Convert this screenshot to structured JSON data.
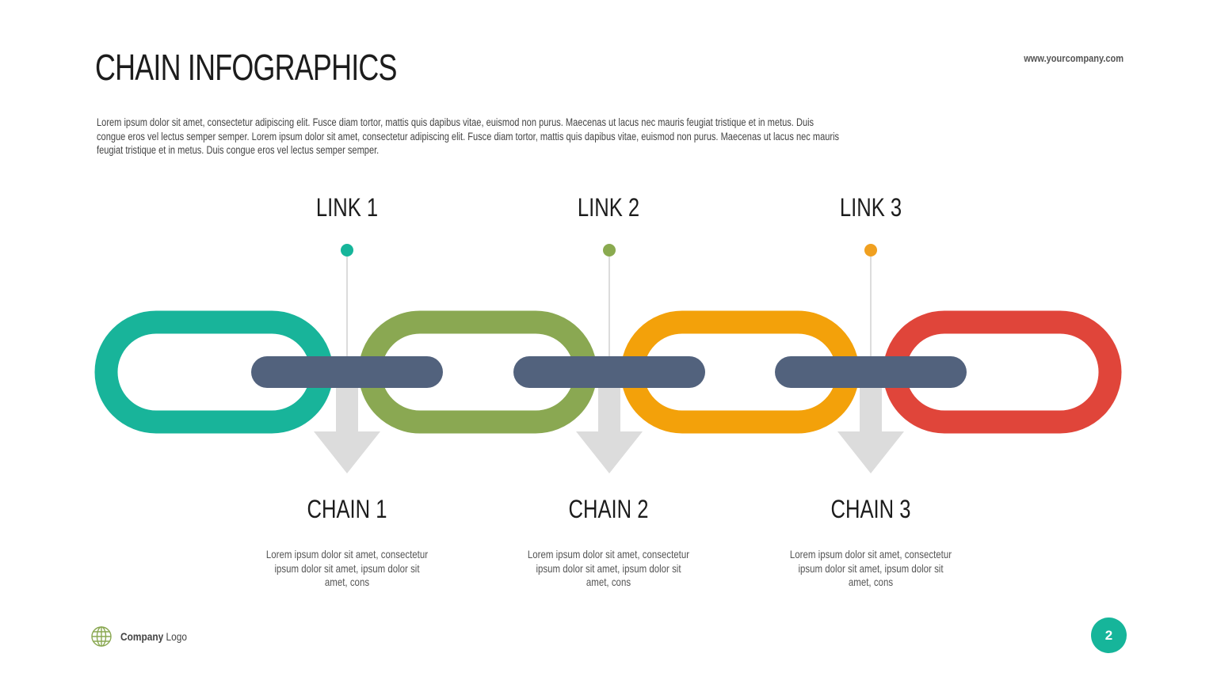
{
  "header": {
    "title": "CHAIN INFOGRAPHICS",
    "website": "www.yourcompany.com",
    "intro": "Lorem ipsum dolor sit amet, consectetur adipiscing elit. Fusce diam tortor, mattis quis dapibus vitae, euismod non purus. Maecenas ut lacus nec mauris feugiat tristique et in metus. Duis congue eros vel lectus semper semper.  Lorem ipsum dolor sit amet, consectetur adipiscing elit. Fusce diam tortor, mattis quis dapibus vitae, euismod non purus. Maecenas ut lacus nec mauris feugiat tristique et in metus. Duis congue eros vel lectus semper semper."
  },
  "links": [
    {
      "label": "LINK 1",
      "color": "#16b59a"
    },
    {
      "label": "LINK 2",
      "color": "#8aaa4f"
    },
    {
      "label": "LINK 3",
      "color": "#f0a020"
    }
  ],
  "chain": {
    "ring_colors": [
      "#18b49a",
      "#8aa852",
      "#f3a10a",
      "#e0453a"
    ],
    "connector_color": "#52627d",
    "arrow_color": "#dcdcdc",
    "pin_line_color": "#d0d0d0"
  },
  "chains": [
    {
      "label": "CHAIN 1",
      "text": "Lorem ipsum dolor sit amet, consectetur ipsum dolor sit amet, ipsum dolor sit amet, cons"
    },
    {
      "label": "CHAIN 2",
      "text": "Lorem ipsum dolor sit amet, consectetur ipsum dolor sit amet, ipsum dolor sit amet, cons"
    },
    {
      "label": "CHAIN 3",
      "text": "Lorem ipsum dolor sit amet, consectetur ipsum dolor sit amet, ipsum dolor sit amet, cons"
    }
  ],
  "footer": {
    "company_bold": "Company",
    "company_rest": " Logo",
    "logo_icon": "globe-icon",
    "logo_color": "#8aa852",
    "page_number": "2",
    "badge_color": "#16b59a"
  }
}
